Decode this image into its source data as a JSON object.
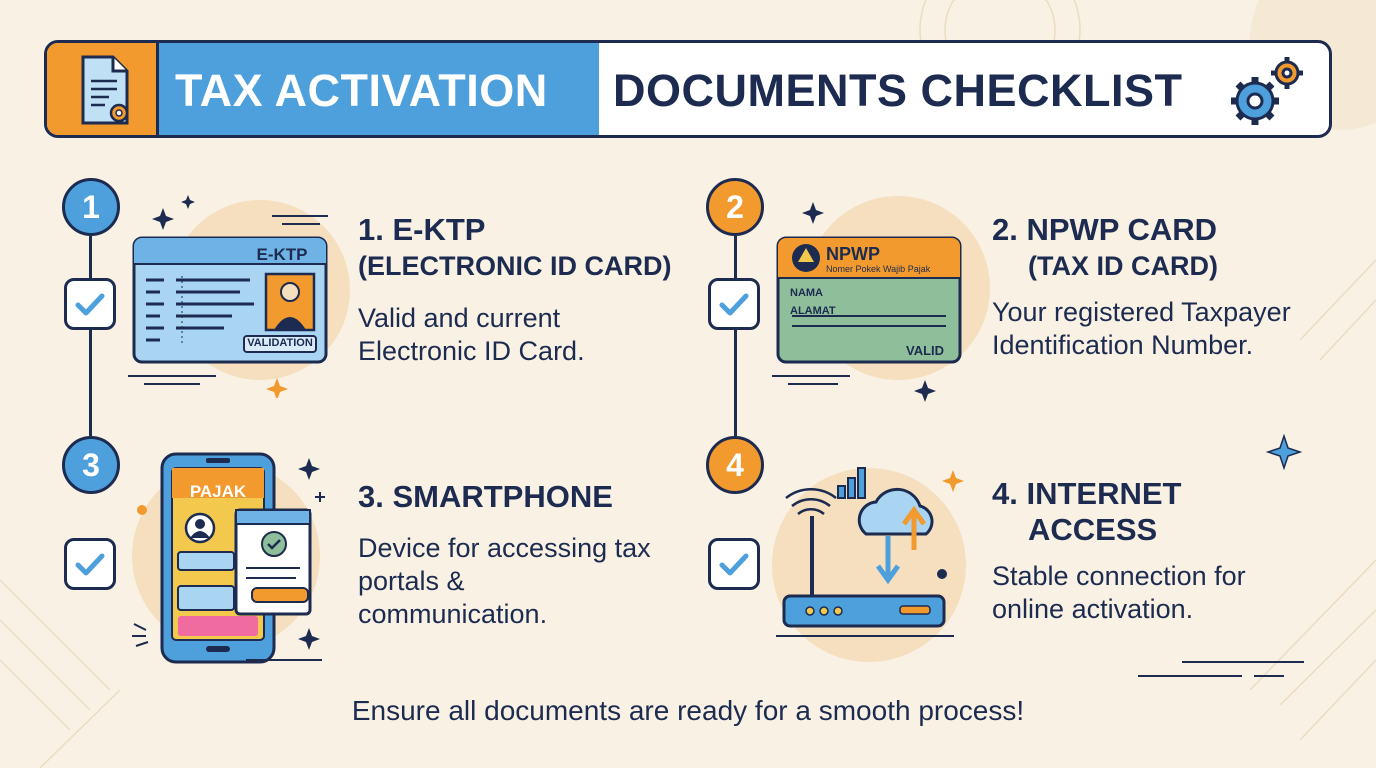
{
  "header": {
    "title_left": "TAX ACTIVATION",
    "title_right": "DOCUMENTS CHECKLIST",
    "doc_icon": "document-gear-icon",
    "gears_icon": "gears-icon"
  },
  "colors": {
    "navy": "#1c2b4f",
    "blue": "#4ea0dc",
    "orange": "#f29a2e",
    "background": "#f8f1e4"
  },
  "items": [
    {
      "number": "1",
      "title_line1": "1. E-KTP",
      "title_line2": "(ELECTRONIC ID CARD)",
      "description": "Valid and current Electronic ID Card.",
      "card_title": "E-KTP",
      "card_badge": "VALIDATION",
      "checked": true
    },
    {
      "number": "2",
      "title_line1": "2. NPWP CARD",
      "title_line2": "(TAX ID CARD)",
      "description": "Your registered Taxpayer Identification Number.",
      "card_title": "NPWP",
      "card_subtitle": "Nomer Pokek Wajib Pajak",
      "card_field1": "NAMA",
      "card_field2": "ALAMAT",
      "card_badge": "VALID",
      "checked": true
    },
    {
      "number": "3",
      "title_line1": "3. SMARTPHONE",
      "description": "Device for accessing tax portals & communication.",
      "phone_label": "PAJAK",
      "checked": true
    },
    {
      "number": "4",
      "title_line1": "4. INTERNET",
      "title_line2": "ACCESS",
      "description": "Stable connection for online activation.",
      "icon": "router-cloud-icon",
      "checked": true
    }
  ],
  "footer": "Ensure all documents are ready for a smooth process!"
}
